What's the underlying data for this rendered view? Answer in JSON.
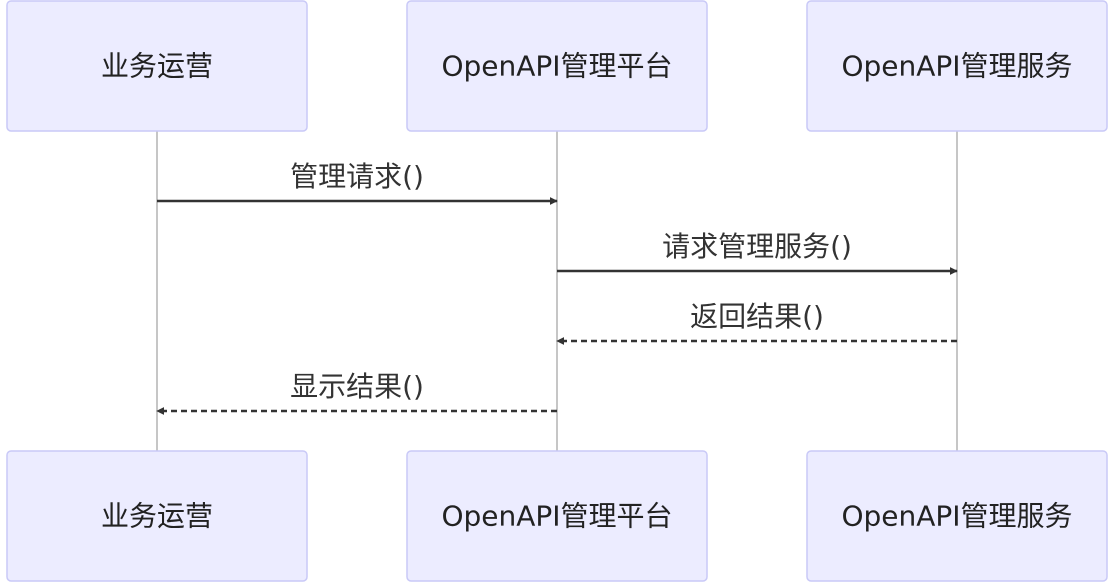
{
  "participants": [
    {
      "id": "ops",
      "label": "业务运营"
    },
    {
      "id": "platform",
      "label": "OpenAPI管理平台"
    },
    {
      "id": "service",
      "label": "OpenAPI管理服务"
    }
  ],
  "messages": [
    {
      "from": "ops",
      "to": "platform",
      "label": "管理请求()",
      "style": "solid"
    },
    {
      "from": "platform",
      "to": "service",
      "label": "请求管理服务()",
      "style": "solid"
    },
    {
      "from": "service",
      "to": "platform",
      "label": "返回结果()",
      "style": "dashed"
    },
    {
      "from": "platform",
      "to": "ops",
      "label": "显示结果()",
      "style": "dashed"
    }
  ],
  "colors": {
    "actor_fill": "#ececff",
    "actor_stroke": "#c9c9f7",
    "lifeline": "#b3b3b3",
    "message": "#333333"
  }
}
